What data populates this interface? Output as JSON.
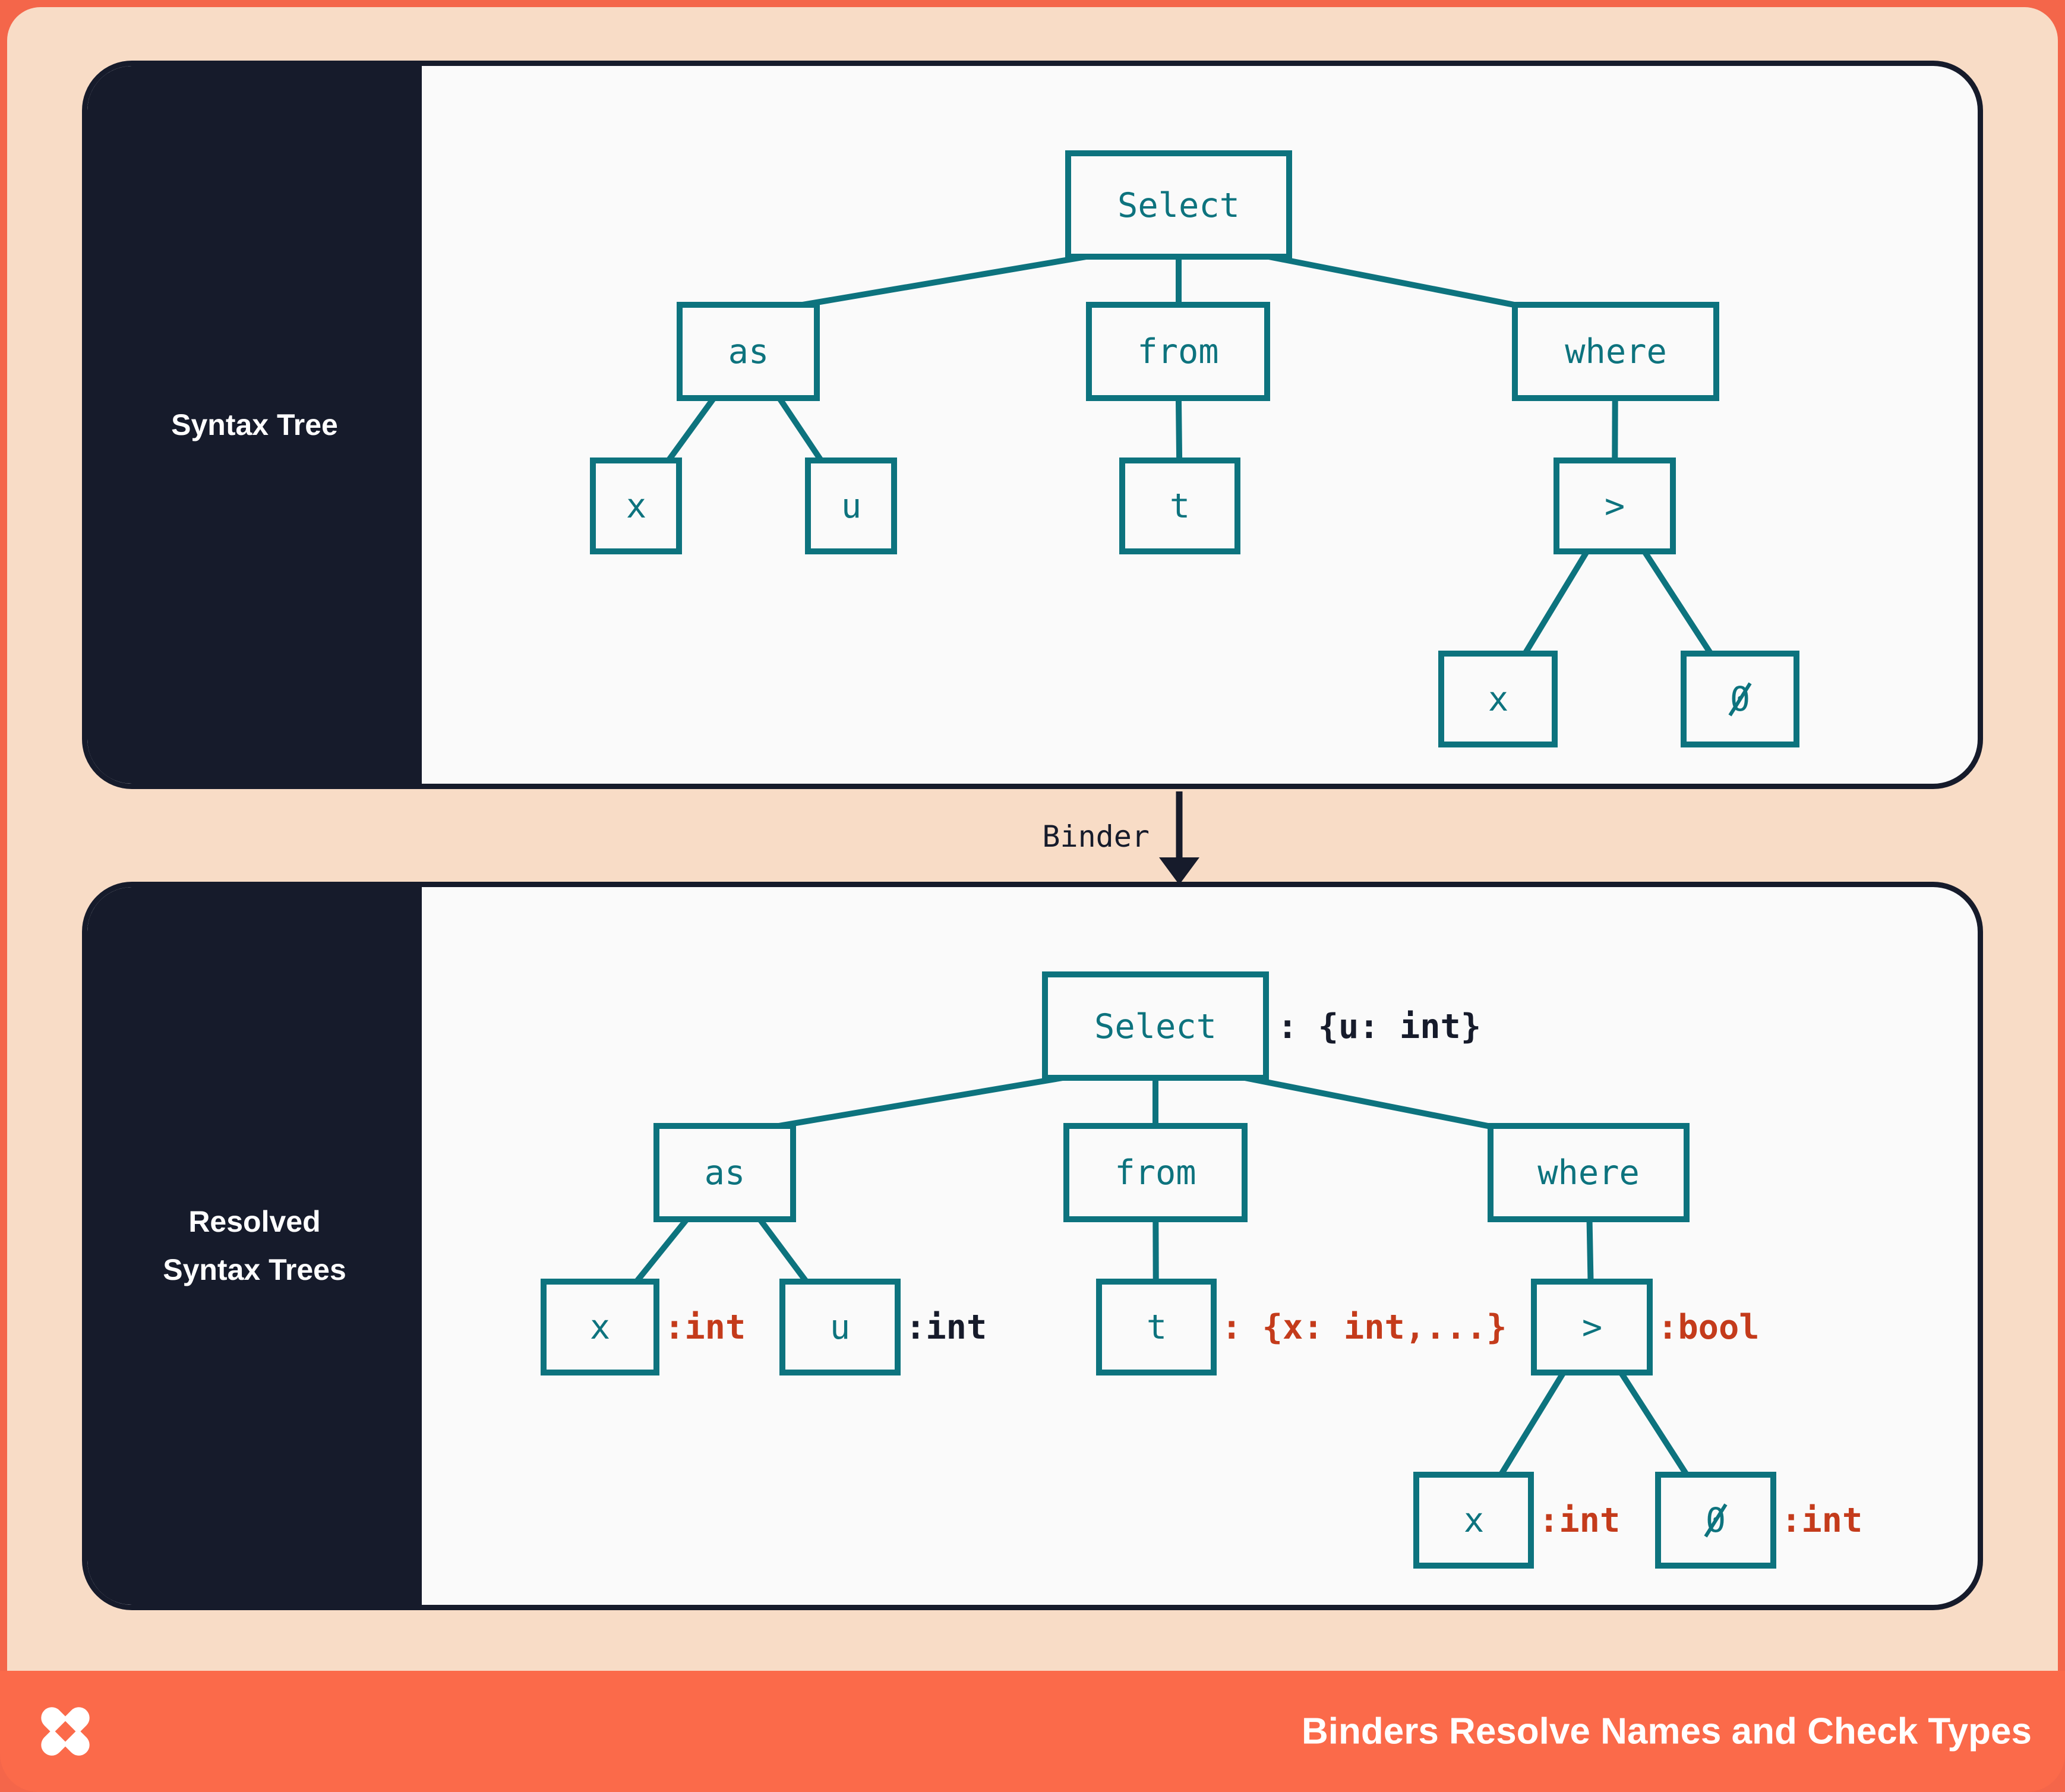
{
  "colors": {
    "accent_teal": "#0d737e",
    "type_error_red": "#c43b1b",
    "dark_navy": "#161b2b",
    "background_peach": "#f8dcc6",
    "brand_orange": "#fb6a4a",
    "panel_background": "#fafafa"
  },
  "panels": [
    {
      "label_lines": [
        "Syntax Tree"
      ],
      "nodes": {
        "select": "Select",
        "as": "as",
        "from": "from",
        "where": "where",
        "x1": "x",
        "u": "u",
        "t": "t",
        "gt": ">",
        "x2": "x",
        "zero": "0"
      }
    },
    {
      "label_lines": [
        "Resolved",
        "Syntax Trees"
      ],
      "nodes": {
        "select": "Select",
        "as": "as",
        "from": "from",
        "where": "where",
        "x1": "x",
        "u": "u",
        "t": "t",
        "gt": ">",
        "x2": "x",
        "zero": "0"
      },
      "annotations": {
        "select": ": {u: int}",
        "x1": ":int",
        "u": ":int",
        "t": ": {x: int,...}",
        "gt": ":bool",
        "x2": ":int",
        "zero": ":int"
      }
    }
  ],
  "binder": {
    "label": "Binder"
  },
  "footer": {
    "title": "Binders Resolve Names and Check Types",
    "logo": "dioxus-logo"
  }
}
